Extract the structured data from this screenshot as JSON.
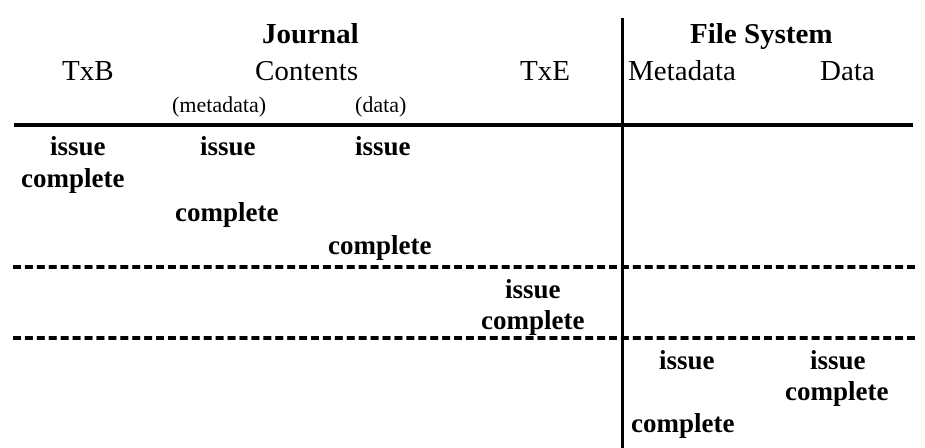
{
  "figure": {
    "type": "table",
    "description": "Timeline table of journal and file system write phases",
    "columns": [
      {
        "id": "txb",
        "group": "Journal",
        "label": "TxB",
        "sublabel": ""
      },
      {
        "id": "metadata",
        "group": "Journal",
        "label": "Contents",
        "sublabel": "(metadata)"
      },
      {
        "id": "data",
        "group": "Journal",
        "label": "",
        "sublabel": "(data)"
      },
      {
        "id": "txe",
        "group": "Journal",
        "label": "TxE",
        "sublabel": ""
      },
      {
        "id": "fs_meta",
        "group": "File System",
        "label": "Metadata",
        "sublabel": ""
      },
      {
        "id": "fs_data",
        "group": "File System",
        "label": "Data",
        "sublabel": ""
      }
    ],
    "groups": [
      {
        "id": "journal",
        "label": "Journal"
      },
      {
        "id": "file_system",
        "label": "File System"
      }
    ],
    "header": {
      "journal_label": "Journal",
      "file_system_label": "File System",
      "txb_label": "TxB",
      "contents_label": "Contents",
      "metadata_sub_label": "(metadata)",
      "data_sub_label": "(data)",
      "txe_label": "TxE",
      "fs_metadata_label": "Metadata",
      "fs_data_label": "Data"
    },
    "events": {
      "txb_issue": "issue",
      "txb_complete": "complete",
      "jmeta_issue": "issue",
      "jmeta_complete": "complete",
      "jdata_issue": "issue",
      "jdata_complete": "complete",
      "txe_issue": "issue",
      "txe_complete": "complete",
      "fsmeta_issue": "issue",
      "fsmeta_complete": "complete",
      "fsdata_issue": "issue",
      "fsdata_complete": "complete"
    },
    "phases": [
      {
        "id": "phase-journal-write",
        "rows": [
          {
            "txb": "issue",
            "metadata": "issue",
            "data": "issue"
          },
          {
            "txb": "complete"
          },
          {
            "metadata": "complete"
          },
          {
            "data": "complete"
          }
        ]
      },
      {
        "id": "phase-journal-commit",
        "rows": [
          {
            "txe": "issue"
          },
          {
            "txe": "complete"
          }
        ]
      },
      {
        "id": "phase-checkpoint",
        "rows": [
          {
            "fs_meta": "issue",
            "fs_data": "issue"
          },
          {
            "fs_data": "complete"
          },
          {
            "fs_meta": "complete"
          }
        ]
      }
    ],
    "rules": {
      "header_rule": "solid",
      "phase_separator": "dashed",
      "section_divider": "solid-vertical"
    },
    "colors": {
      "text": "#000000",
      "rule": "#000000",
      "background": "#ffffff"
    }
  }
}
